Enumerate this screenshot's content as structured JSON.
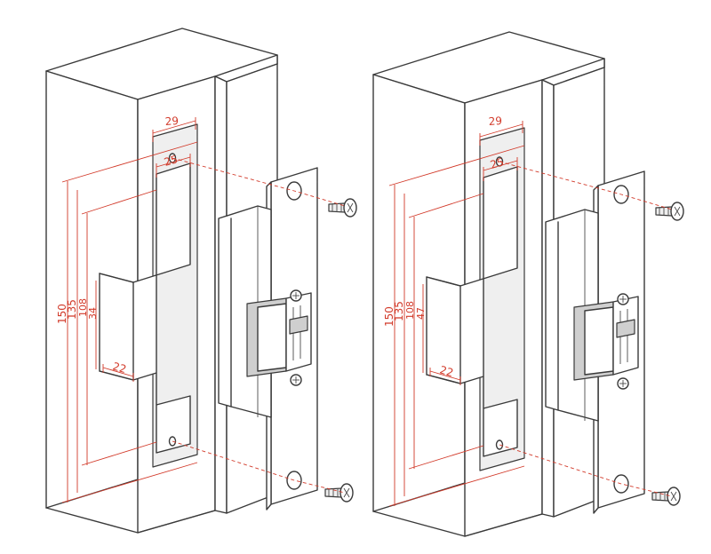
{
  "left": {
    "dims": {
      "width_outer": "29",
      "width_inner": "25",
      "height_150": "150",
      "height_135": "135",
      "height_108": "108",
      "height_notch": "34",
      "notch_depth": "22"
    }
  },
  "right": {
    "dims": {
      "width_outer": "29",
      "width_inner": "25",
      "height_150": "150",
      "height_135": "135",
      "height_108": "108",
      "height_notch": "47",
      "notch_depth": "22"
    }
  },
  "colors": {
    "dimension": "#d23a2a",
    "outline": "#3a3a3a"
  }
}
